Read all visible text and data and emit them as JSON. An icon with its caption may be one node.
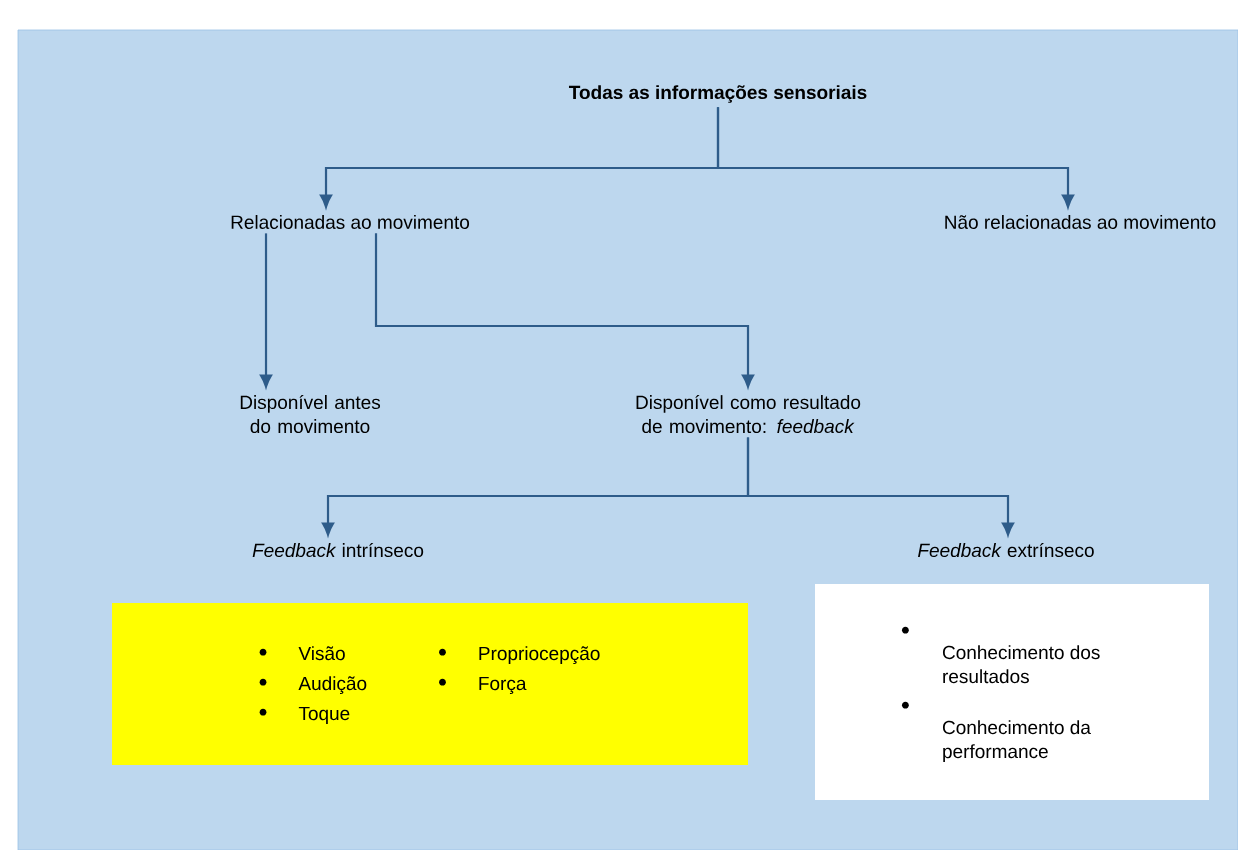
{
  "diagram": {
    "nodes": [
      {
        "text": [
          "Todas as informações sensoriais"
        ]
      },
      {
        "text": [
          "Relacionadas ao movimento"
        ]
      },
      {
        "text": [
          "Não relacionadas ao movimento"
        ]
      },
      {
        "text": [
          "Disponível antes do movimento"
        ]
      },
      {
        "text": [
          "Disponível como resultado de movimento: *feedback*"
        ]
      },
      {
        "text": [
          "*Feedback* intrínseco"
        ]
      },
      {
        "text": [
          "*Feedback* extrínseco"
        ]
      },
      {
        "text": [
          "Visão",
          "Audição",
          "Toque",
          "Propriocepção",
          "Força"
        ]
      },
      {
        "text": [
          "Conhecimento dos resultados",
          "Conhecimento da performance"
        ]
      }
    ],
    "edges": [
      {
        "from": 0,
        "to": 1,
        "arrow": "to"
      },
      {
        "from": 0,
        "to": 2,
        "arrow": "to"
      },
      {
        "from": 1,
        "to": 3,
        "arrow": "to"
      },
      {
        "from": 1,
        "to": 4,
        "arrow": "to"
      },
      {
        "from": 4,
        "to": 5,
        "arrow": "to"
      },
      {
        "from": 4,
        "to": 6,
        "arrow": "to"
      }
    ]
  }
}
